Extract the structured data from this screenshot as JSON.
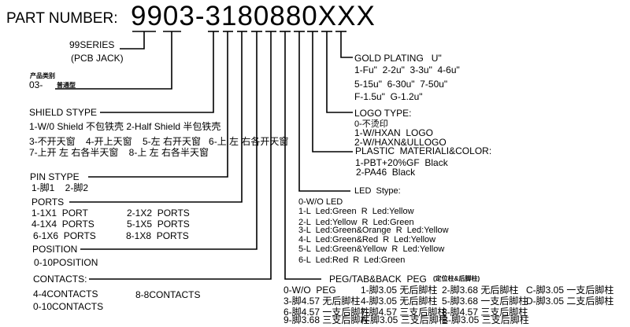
{
  "title": "PART NUMBER:",
  "part_number": "9903-3180880XXX",
  "series": {
    "label": "99SERIES",
    "sub": "(PCB JACK)"
  },
  "category": {
    "label": "产品类别",
    "code": "03-",
    "value": "普通型"
  },
  "shield": {
    "label": "SHIELD STYPE",
    "rows": [
      "1-W/0 Shield 不包铁壳 2-Half Shield 半包铁壳",
      "3-不开天窗    4-开上天窗    5-左 右开天窗   6-上 左 右各开天窗",
      "7-上开 左 右各半天窗    8-上 左 右各半天窗"
    ]
  },
  "pin": {
    "label": "PIN STYPE",
    "rows": [
      "1-脚1    2-脚2"
    ]
  },
  "ports": {
    "label": "PORTS",
    "col1": [
      "1-1X1  PORT",
      "4-1X4  PORTS",
      "6-1X6  PORTS"
    ],
    "col2": [
      "2-1X2  PORTS",
      "5-1X5  PORTS",
      "8-1X8  PORTS"
    ]
  },
  "position": {
    "label": "POSITION",
    "rows": [
      "0-10POSITION"
    ]
  },
  "contacts": {
    "label": "CONTACTS:",
    "rows": [
      "4-4CONTACTS",
      "8-8CONTACTS",
      "0-10CONTACTS"
    ]
  },
  "gold": {
    "label": "GOLD PLATING   U\"",
    "rows": [
      "1-Fu\"  2-2u\"  3-3u\"  4-6u\"",
      "5-15u\"  6-30u\"  7-50u\"",
      "F-1.5u\"  G-1.2u\""
    ]
  },
  "logo": {
    "label": "LOGO TYPE:",
    "rows": [
      "0-不烫印",
      "1-W/HXAN  LOGO",
      "2-W/HAXN&ULLOGO"
    ]
  },
  "plastic": {
    "label": "PLASTIC  MATERIALI&COLOR:",
    "rows": [
      "1-PBT+20%GF  Black",
      "2-PA46  Black"
    ]
  },
  "led": {
    "label": "LED  Stype:",
    "rows": [
      "0-W/O LED",
      "1-L  Led:Green  R  Led:Yellow",
      "2-L  Led:Yellow  R  Led:Green",
      "3-L  Led:Green&Orange  R  Led:Yellow",
      "4-L  Led:Green&Red  R  Led:Yellow",
      "5-L  Led:Green&Yellow  R  Led:Yellow",
      "6-L  Led:Red  R  Led:Green"
    ]
  },
  "peg": {
    "label": "PEG/TAB&BACK  PEG",
    "label_cn": "(定位柱&后脚柱)",
    "cols": [
      [
        "0-W/O  PEG",
        "3-脚4.57 无后脚柱",
        "6-脚4.57 一支后脚柱",
        "9-脚3.68 三支后脚柱"
      ],
      [
        "1-脚3.05 无后脚柱",
        "4-脚3.05 无后脚柱",
        "7-脚4.57 三支后脚柱",
        "A-脚3.05 三支后脚柱"
      ],
      [
        "2-脚3.68 无后脚柱",
        "5-脚3.68 一支后脚柱",
        "8-脚4.57 三支后脚柱",
        "B-脚3.05 三支后脚柱"
      ],
      [
        "C-脚3.05 一支后脚柱",
        "D-脚3.05 二支后脚柱"
      ]
    ]
  }
}
